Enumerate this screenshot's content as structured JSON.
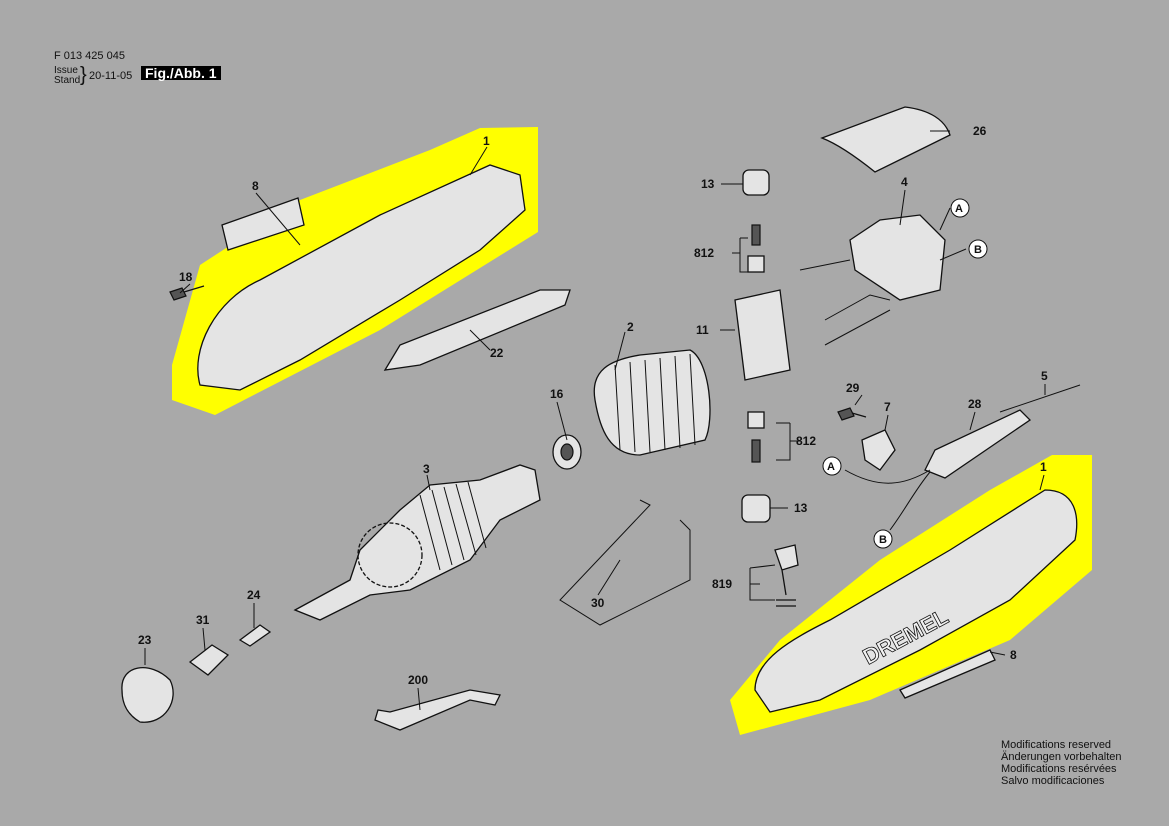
{
  "header": {
    "document_number": "F 013 425 045",
    "issue_label": "Issue",
    "stand_label": "Stand",
    "brace": "}",
    "date": "20-11-05",
    "figure_label": "Fig./Abb. 1"
  },
  "highlight_color": "#ffff00",
  "brand_text": "DREMEL",
  "parts": {
    "housing_left": "1",
    "label_left": "8",
    "screw": "18",
    "switch_slider": "22",
    "field": "2",
    "bearing": "16",
    "armature": "3",
    "collet": "24",
    "collet_nut": "31",
    "nose_cap": "23",
    "hanger": "30",
    "wrench": "200",
    "brush_cap_top": "13",
    "brush_top": "812",
    "brush_holder": "11",
    "cover": "26",
    "switch": "4",
    "conn_a_top": "A",
    "conn_b_top": "B",
    "screw_clamp": "29",
    "cord_clamp": "7",
    "cord_sleeve": "28",
    "cord": "5",
    "conn_a_bottom": "A",
    "conn_b_bottom": "B",
    "brush_bottom": "812",
    "brush_cap_bottom": "13",
    "spindle_lock": "819",
    "housing_right": "1",
    "label_right": "8"
  },
  "footer": {
    "notes": [
      "Modifications reserved",
      "Änderungen vorbehalten",
      "Modifications resérvées",
      "Salvo modificaciones"
    ]
  }
}
